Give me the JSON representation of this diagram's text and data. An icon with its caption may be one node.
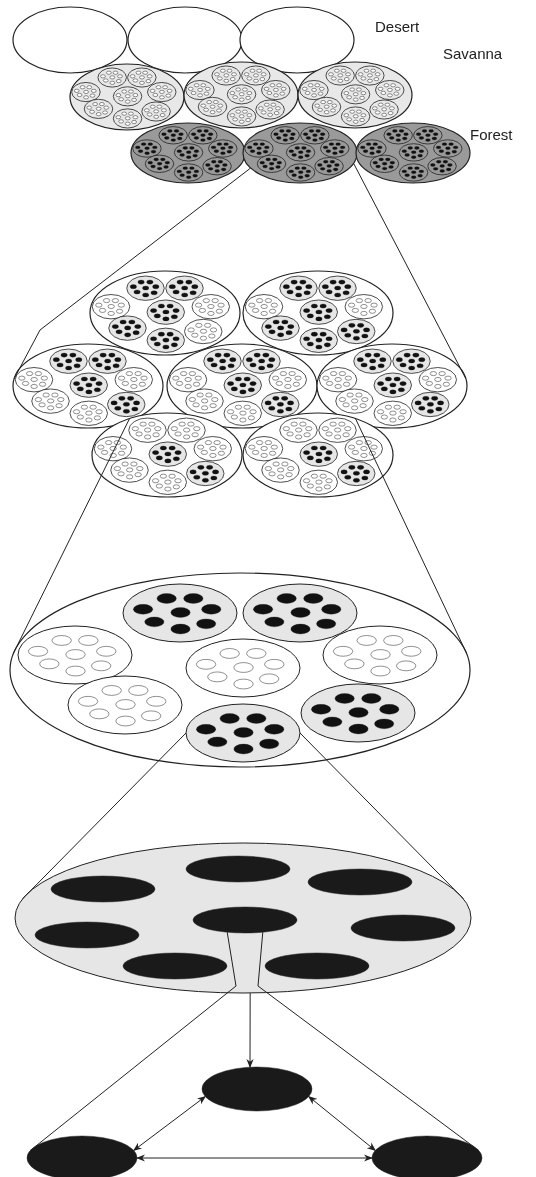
{
  "diagram": {
    "nodes": [
      {
        "text": [],
        "shape": "circle"
      },
      {
        "text": [],
        "shape": "circle"
      },
      {
        "text": [],
        "shape": "circle",
        "beside": [
          "Desert"
        ]
      },
      {
        "text": [],
        "shape": "circle"
      },
      {
        "text": [],
        "shape": "circle"
      },
      {
        "text": [],
        "shape": "circle",
        "beside": [
          "Savanna"
        ]
      },
      {
        "text": [],
        "shape": "circle"
      },
      {
        "text": [],
        "shape": "circle"
      },
      {
        "text": [],
        "shape": "circle",
        "beside": [
          "Forest"
        ]
      },
      {
        "text": [],
        "shape": "circle"
      },
      {
        "text": [],
        "shape": "circle"
      },
      {
        "text": [],
        "shape": "circle"
      },
      {
        "text": [],
        "shape": "circle"
      },
      {
        "text": [],
        "shape": "circle"
      },
      {
        "text": [],
        "shape": "circle"
      },
      {
        "text": [],
        "shape": "circle"
      },
      {
        "text": [],
        "shape": "circle"
      },
      {
        "text": [],
        "shape": "circle",
        "in": 16
      },
      {
        "text": [],
        "shape": "circle",
        "in": 16
      },
      {
        "text": [],
        "shape": "circle",
        "in": 16
      },
      {
        "text": [],
        "shape": "circle",
        "in": 16
      },
      {
        "text": [],
        "shape": "circle",
        "in": 16
      },
      {
        "text": [],
        "shape": "circle",
        "in": 16
      },
      {
        "text": [],
        "shape": "circle",
        "in": 16
      },
      {
        "text": [],
        "shape": "circle",
        "in": 16
      },
      {
        "text": [],
        "shape": "circle"
      },
      {
        "text": [],
        "shape": "circle",
        "in": 25
      },
      {
        "text": [],
        "shape": "circle",
        "in": 25
      },
      {
        "text": [],
        "shape": "circle",
        "in": 25
      },
      {
        "text": [],
        "shape": "circle",
        "in": 25
      },
      {
        "text": [],
        "shape": "circle",
        "in": 25
      },
      {
        "text": [],
        "shape": "circle",
        "in": 25
      },
      {
        "text": [],
        "shape": "circle",
        "in": 25
      },
      {
        "text": [],
        "shape": "circle",
        "in": 25
      },
      {
        "text": [],
        "shape": "circle"
      },
      {
        "text": [],
        "shape": "circle"
      },
      {
        "text": [],
        "shape": "circle"
      }
    ],
    "edges": [
      {
        "from": 7,
        "to": 11,
        "arrow": "none"
      },
      {
        "from": 7,
        "to": 13,
        "arrow": "none"
      },
      {
        "from": 14,
        "to": 16,
        "arrow": "none"
      },
      {
        "from": 15,
        "to": 16,
        "arrow": "none"
      },
      {
        "from": 24,
        "to": 25,
        "arrow": "none"
      },
      {
        "from": 24,
        "to": 25,
        "arrow": "none"
      },
      {
        "from": 29,
        "to": 35,
        "arrow": "none"
      },
      {
        "from": 29,
        "to": 36,
        "arrow": "none"
      },
      {
        "from": 25,
        "to": 34,
        "arrow": "to"
      },
      {
        "from": 34,
        "to": 35,
        "arrow": "both"
      },
      {
        "from": 34,
        "to": 36,
        "arrow": "both"
      },
      {
        "from": 35,
        "to": 36,
        "arrow": "both"
      }
    ]
  }
}
